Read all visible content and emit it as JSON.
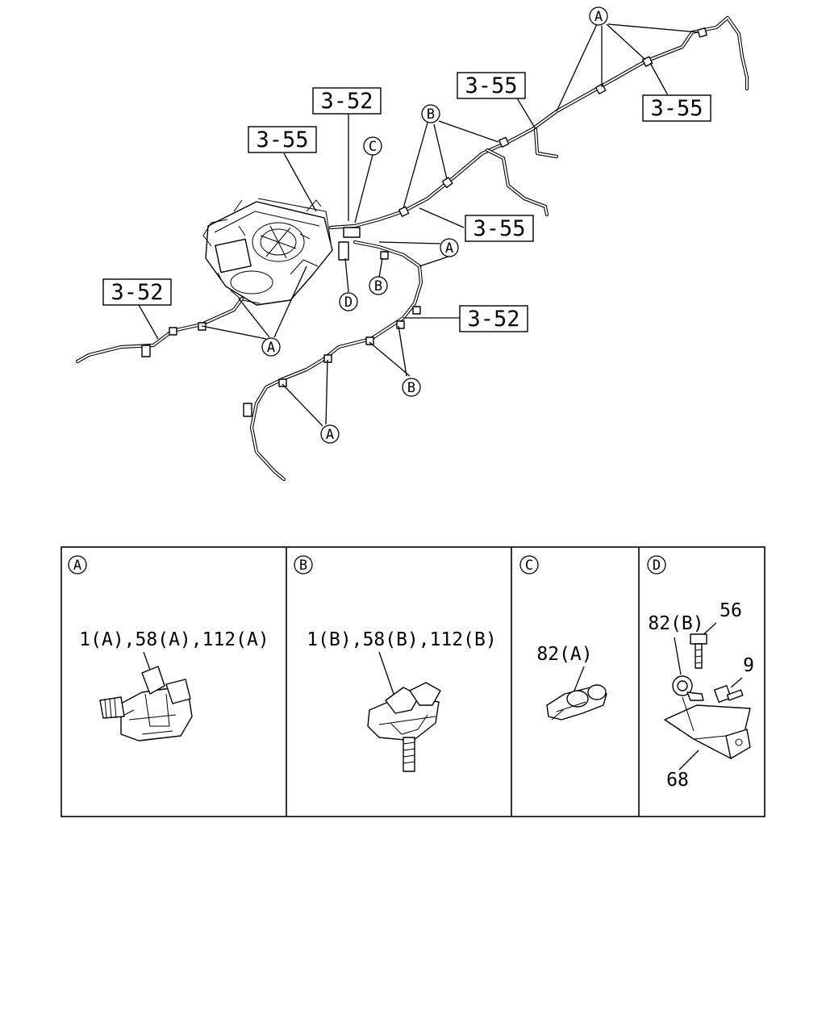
{
  "diagram": {
    "references": {
      "r1": "3-55",
      "r2": "3-52",
      "r3": "3-55",
      "r4": "3-55",
      "r5": "3-55",
      "r6": "3-52",
      "r7": "3-52"
    },
    "callouts": {
      "a_top": "A",
      "b_mid": "B",
      "c_clip": "C",
      "a_right": "A",
      "b_small": "B",
      "d_bracket": "D",
      "a_left": "A",
      "b_lower": "B",
      "a_bottom": "A"
    }
  },
  "detail_panels": [
    {
      "id": "A",
      "parts_label": "1(A),58(A),112(A)"
    },
    {
      "id": "B",
      "parts_label": "1(B),58(B),112(B)"
    },
    {
      "id": "C",
      "parts_label": "82(A)"
    },
    {
      "id": "D",
      "labels": {
        "clamp": "82(B)",
        "bolt": "56",
        "screw": "9",
        "bracket": "68"
      }
    }
  ]
}
